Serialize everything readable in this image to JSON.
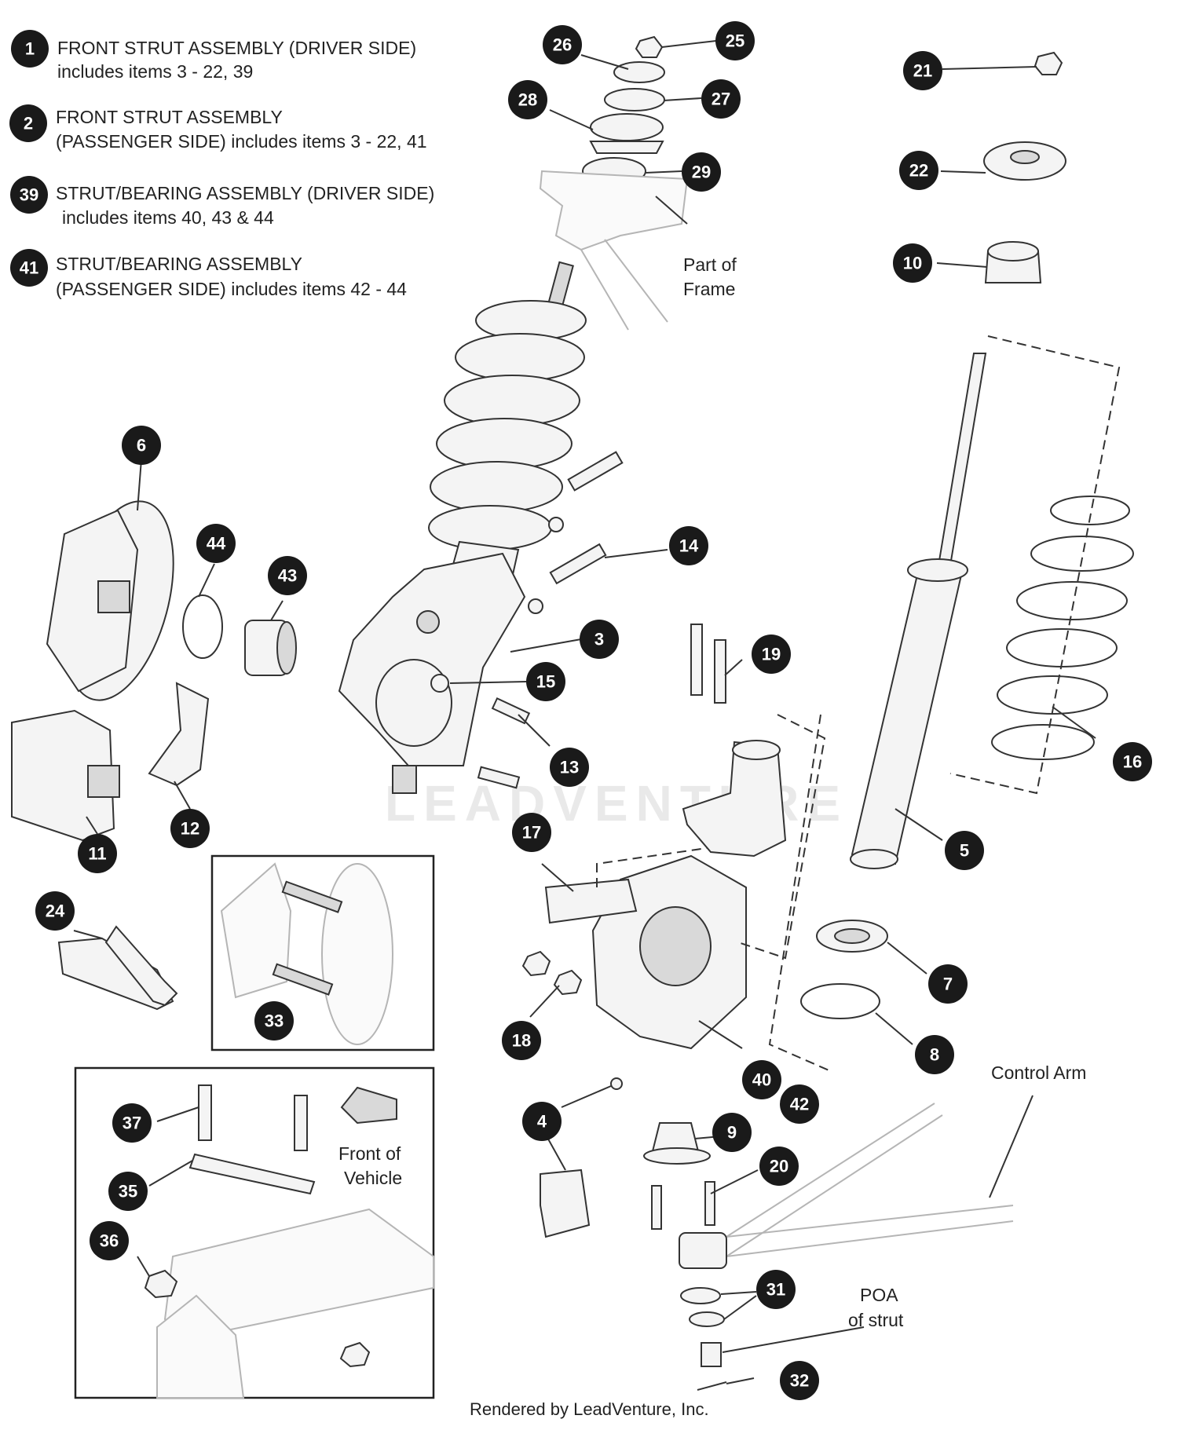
{
  "legend": [
    {
      "num": "1",
      "line1": "FRONT STRUT ASSEMBLY (DRIVER SIDE)",
      "line2": "includes items 3 - 22, 39"
    },
    {
      "num": "2",
      "line1": "FRONT STRUT ASSEMBLY",
      "line2": "(PASSENGER SIDE) includes items 3 - 22, 41"
    },
    {
      "num": "39",
      "line1": "STRUT/BEARING ASSEMBLY (DRIVER SIDE)",
      "line2": "includes items 40, 43 & 44"
    },
    {
      "num": "41",
      "line1": "STRUT/BEARING ASSEMBLY",
      "line2": "(PASSENGER SIDE) includes items 42 - 44"
    }
  ],
  "callouts": [
    "3",
    "4",
    "5",
    "6",
    "7",
    "8",
    "9",
    "10",
    "11",
    "12",
    "13",
    "14",
    "15",
    "16",
    "17",
    "18",
    "19",
    "20",
    "21",
    "22",
    "24",
    "25",
    "26",
    "27",
    "28",
    "29",
    "31",
    "32",
    "33",
    "35",
    "36",
    "37",
    "40",
    "42",
    "43",
    "44"
  ],
  "labels": {
    "part_of_frame_1": "Part of",
    "part_of_frame_2": "Frame",
    "front_of_1": "Front of",
    "front_of_2": "Vehicle",
    "control_arm": "Control Arm",
    "poa_1": "POA",
    "poa_2": "of strut"
  },
  "watermark": "LEADVENTURE",
  "footer": "Rendered by LeadVenture, Inc."
}
